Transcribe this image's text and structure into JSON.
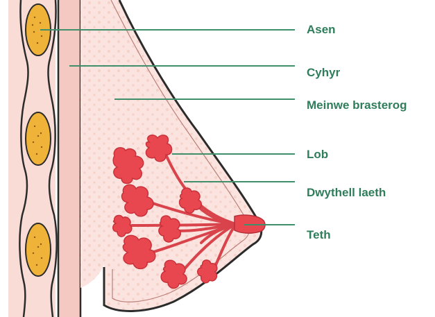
{
  "labels": {
    "asen": "Asen",
    "cyhyr": "Cyhyr",
    "meinwe_brasterog": "Meinwe brasterog",
    "lob": "Lob",
    "dwythell_laeth": "Dwythell laeth",
    "teth": "Teth"
  },
  "colors": {
    "label_text": "#2e7d5b",
    "leader_line": "#3f8f6a",
    "skin_fill": "#f9dcd6",
    "tissue_fill": "#fbe4df",
    "muscle_band": "#f3c9c1",
    "outline": "#2b2b2b",
    "rib_fill": "#f0b33a",
    "lobule_fill": "#e8474f",
    "duct_fill": "#d9434b"
  }
}
